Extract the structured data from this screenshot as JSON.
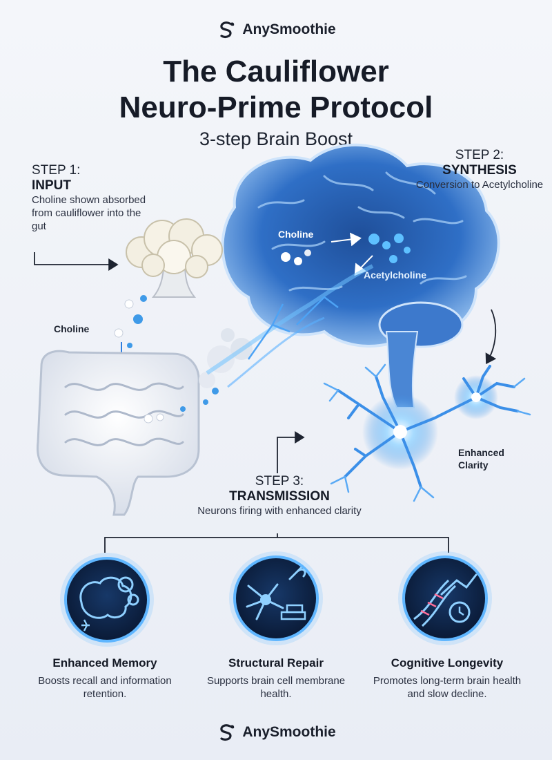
{
  "brand": {
    "name": "AnySmoothie"
  },
  "title": {
    "line1": "The Cauliflower",
    "line2": "Neuro-Prime Protocol"
  },
  "subtitle": "3-step Brain Boost",
  "steps": [
    {
      "label": "STEP 1:",
      "name": "INPUT",
      "description": "Choline shown absorbed from cauliflower into the gut"
    },
    {
      "label": "STEP 2:",
      "name": "SYNTHESIS",
      "description": "Conversion to Acetylcholine"
    },
    {
      "label": "STEP 3:",
      "name": "TRANSMISSION",
      "description": "Neurons firing with enhanced clarity"
    }
  ],
  "illustration_labels": {
    "choline_gut": "Choline",
    "choline_brain": "Choline",
    "acetylcholine": "Acetylcholine",
    "enhanced_clarity": "Enhanced Clarity"
  },
  "benefits": [
    {
      "title": "Enhanced Memory",
      "description": "Boosts recall and information retention.",
      "icon": "brain-gears-icon"
    },
    {
      "title": "Structural Repair",
      "description": "Supports brain cell membrane health.",
      "icon": "neuron-wrench-icon"
    },
    {
      "title": "Cognitive Longevity",
      "description": "Promotes long-term brain health and slow decline.",
      "icon": "dna-clock-icon"
    }
  ],
  "colors": {
    "accent": "#2f7fe0",
    "glow": "#6fc3ff",
    "navy": "#0d2246",
    "text": "#1c2230"
  }
}
